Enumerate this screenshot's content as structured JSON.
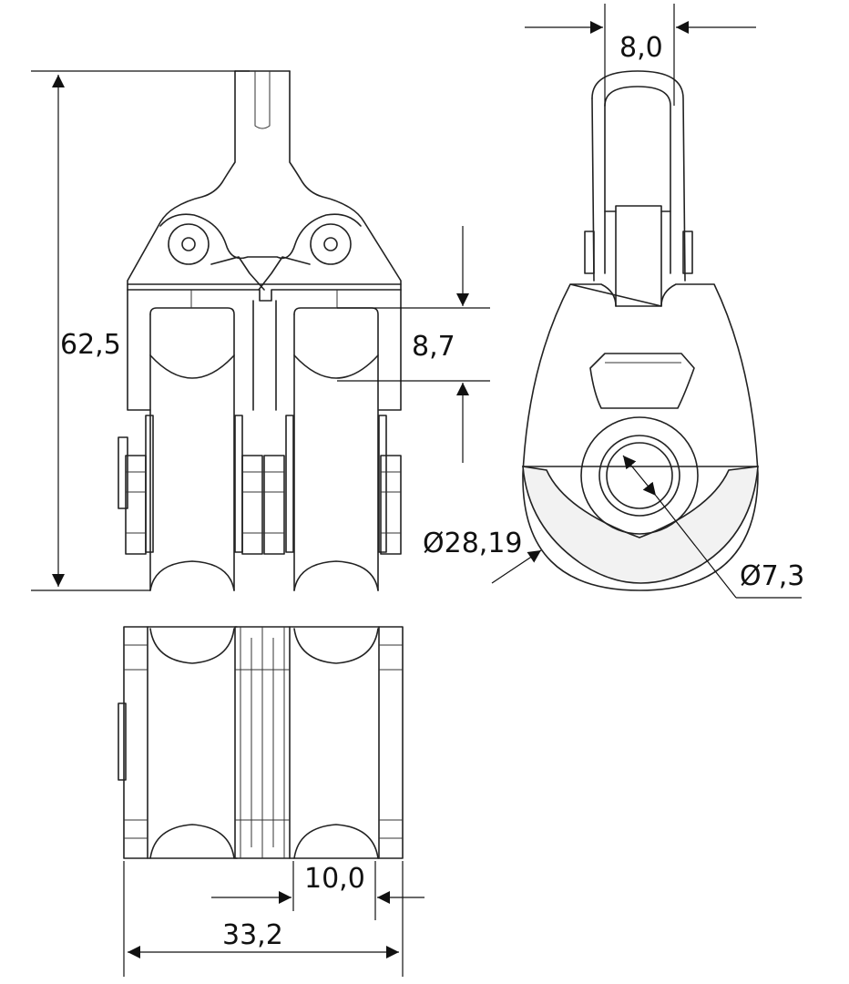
{
  "dimensions": {
    "height_overall": "62,5",
    "sheave_axis_offset": "8,7",
    "shackle_width": "8,0",
    "sheave_diameter": "Ø28,19",
    "bore_diameter": "Ø7,3",
    "sheave_width": "10,0",
    "total_width": "33,2"
  }
}
